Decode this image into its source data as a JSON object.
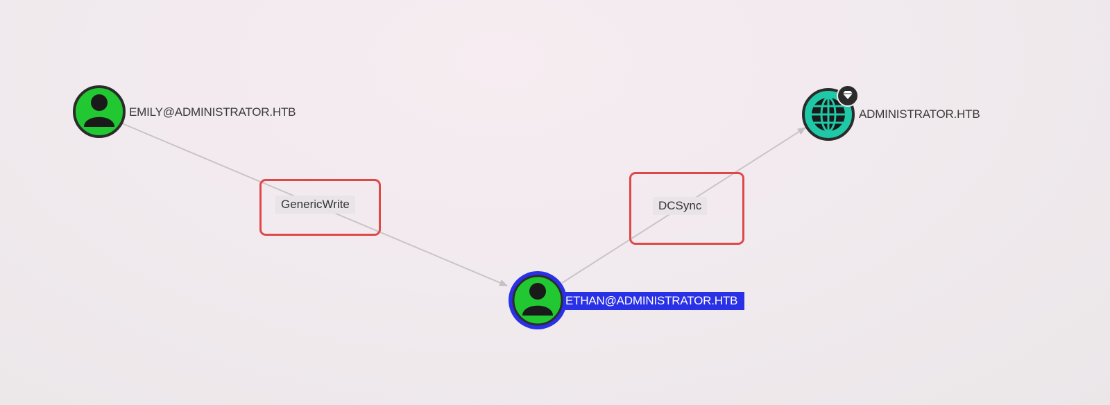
{
  "graph": {
    "nodes": [
      {
        "id": "emily",
        "name": "EMILY@ADMINISTRATOR.HTB",
        "type": "user",
        "selected": false
      },
      {
        "id": "ethan",
        "name": "ETHAN@ADMINISTRATOR.HTB",
        "type": "user",
        "selected": true
      },
      {
        "id": "domain",
        "name": "ADMINISTRATOR.HTB",
        "type": "domain",
        "badge": "gem-icon",
        "selected": false
      }
    ],
    "edges": [
      {
        "source": "emily",
        "target": "ethan",
        "label": "GenericWrite",
        "highlighted": true
      },
      {
        "source": "ethan",
        "target": "domain",
        "label": "DCSync",
        "highlighted": true
      }
    ]
  },
  "colors": {
    "user_node": "#22c832",
    "domain_node": "#1fc8a6",
    "node_border": "#2b2b2b",
    "selection": "#2a30e6",
    "edge_line": "#c4c0c3",
    "highlight_box": "#e04848"
  },
  "icons": {
    "user": "person-icon",
    "domain": "globe-icon",
    "badge": "gem-icon"
  }
}
